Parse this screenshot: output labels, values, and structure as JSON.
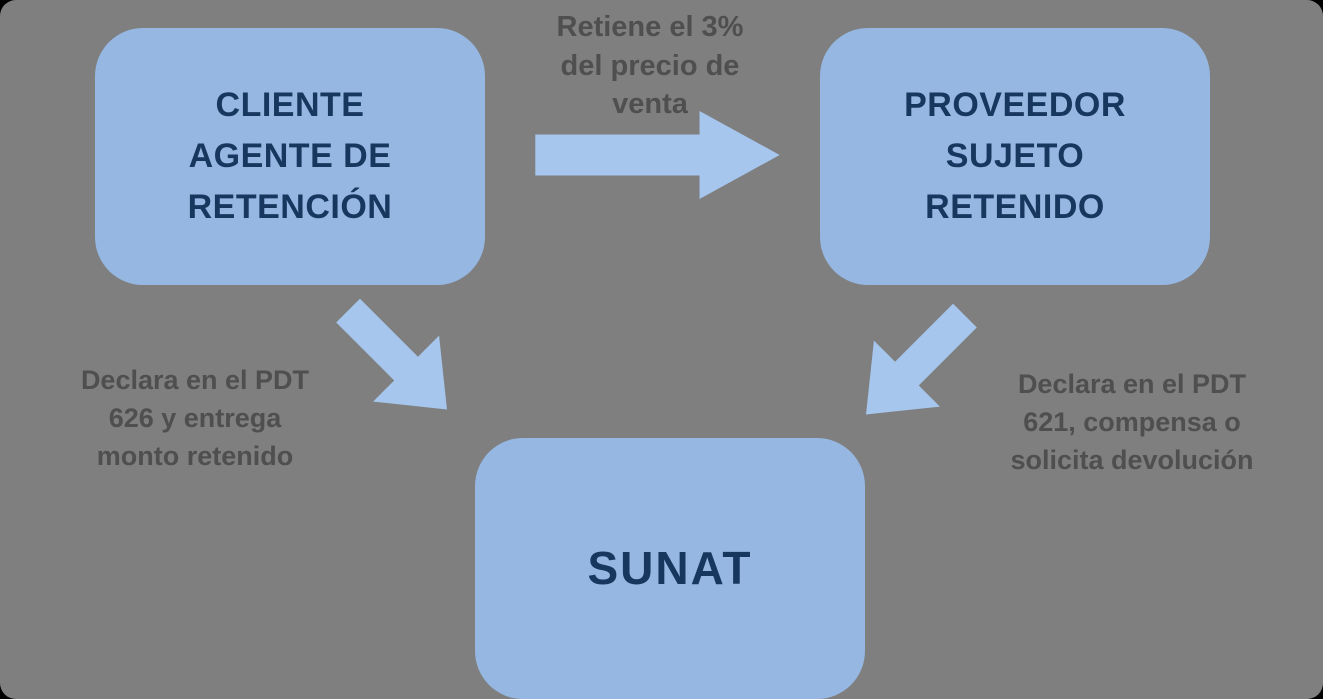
{
  "diagram": {
    "title": "Regimen de retenciones flow",
    "nodes": {
      "cliente": {
        "label": "CLIENTE\nAGENTE DE\nRETENCIÓN"
      },
      "proveedor": {
        "label": "PROVEEDOR\nSUJETO\nRETENIDO"
      },
      "sunat": {
        "label": "SUNAT"
      }
    },
    "labels": {
      "top_arrow": "Retiene el 3%\ndel precio de\nventa",
      "left_arrow": "Declara en el PDT\n626 y entrega\nmonto retenido",
      "right_arrow": "Declara en el PDT\n621, compensa o\nsolicita devolución"
    },
    "edges": [
      {
        "from": "cliente",
        "to": "proveedor",
        "direction": "right"
      },
      {
        "from": "cliente",
        "to": "sunat",
        "direction": "down-right"
      },
      {
        "from": "proveedor",
        "to": "sunat",
        "direction": "down-left"
      }
    ],
    "colors": {
      "background": "#7f7f7f",
      "node_fill": "#95b7e2",
      "node_text": "#17375e",
      "arrow_fill": "#a6c6ee",
      "label_text": "#4f4f4f"
    }
  }
}
